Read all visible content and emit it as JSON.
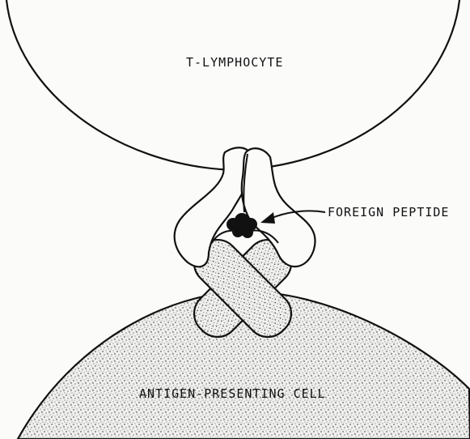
{
  "labels": {
    "t_lymphocyte": "T-LYMPHOCYTE",
    "foreign_peptide": "FOREIGN PEPTIDE",
    "apc": "ANTIGEN-PRESENTING CELL"
  },
  "colors": {
    "ink": "#111111",
    "apc_fill": "#ececec",
    "stipple": "#222222"
  }
}
